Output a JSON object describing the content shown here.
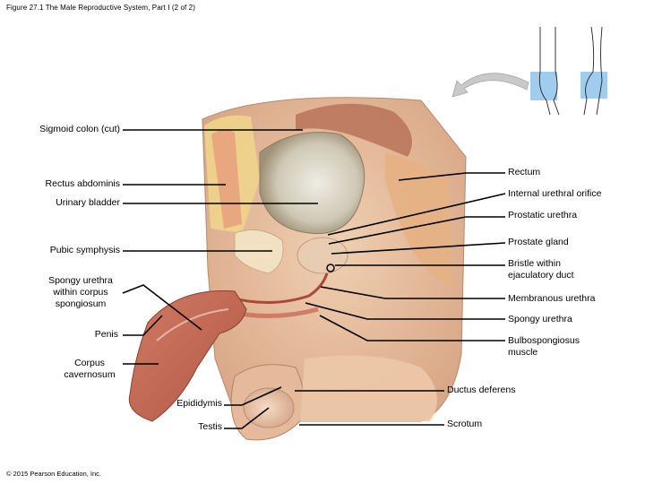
{
  "figure": {
    "title": "Figure 27.1 The Male Reproductive System, Part I (2 of 2)",
    "copyright": "© 2015 Pearson Education, Inc."
  },
  "labels_left": [
    {
      "id": "sigmoid-colon",
      "text": "Sigmoid colon (cut)"
    },
    {
      "id": "rectus-abdominis",
      "text": "Rectus abdominis"
    },
    {
      "id": "urinary-bladder",
      "text": "Urinary bladder"
    },
    {
      "id": "pubic-symphysis",
      "text": "Pubic symphysis"
    },
    {
      "id": "spongy-urethra-corpus",
      "lines": [
        "Spongy urethra",
        "within corpus",
        "spongiosum"
      ]
    },
    {
      "id": "penis",
      "text": "Penis"
    },
    {
      "id": "corpus-cavernosum",
      "lines": [
        "Corpus",
        "cavernosum"
      ]
    },
    {
      "id": "epididymis",
      "text": "Epididymis"
    },
    {
      "id": "testis",
      "text": "Testis"
    }
  ],
  "labels_right": [
    {
      "id": "rectum",
      "text": "Rectum"
    },
    {
      "id": "internal-urethral-orifice",
      "text": "Internal urethral orifice"
    },
    {
      "id": "prostatic-urethra",
      "text": "Prostatic urethra"
    },
    {
      "id": "prostate-gland",
      "text": "Prostate gland"
    },
    {
      "id": "bristle-ejaculatory-duct",
      "lines": [
        "Bristle within",
        "ejaculatory duct"
      ]
    },
    {
      "id": "membranous-urethra",
      "text": "Membranous urethra"
    },
    {
      "id": "spongy-urethra",
      "text": "Spongy urethra"
    },
    {
      "id": "bulbospongiosus",
      "lines": [
        "Bulbospongiosus",
        "muscle"
      ]
    },
    {
      "id": "ductus-deferens",
      "text": "Ductus deferens"
    },
    {
      "id": "scrotum",
      "text": "Scrotum"
    }
  ],
  "colors": {
    "leader": "#000000",
    "skin": "#e9b99a",
    "fat": "#f1d78a",
    "muscle": "#c8604d",
    "bladder": "#d9d2c2",
    "inset_box": "#8fc4ea",
    "arrow": "#c8c8c8"
  }
}
